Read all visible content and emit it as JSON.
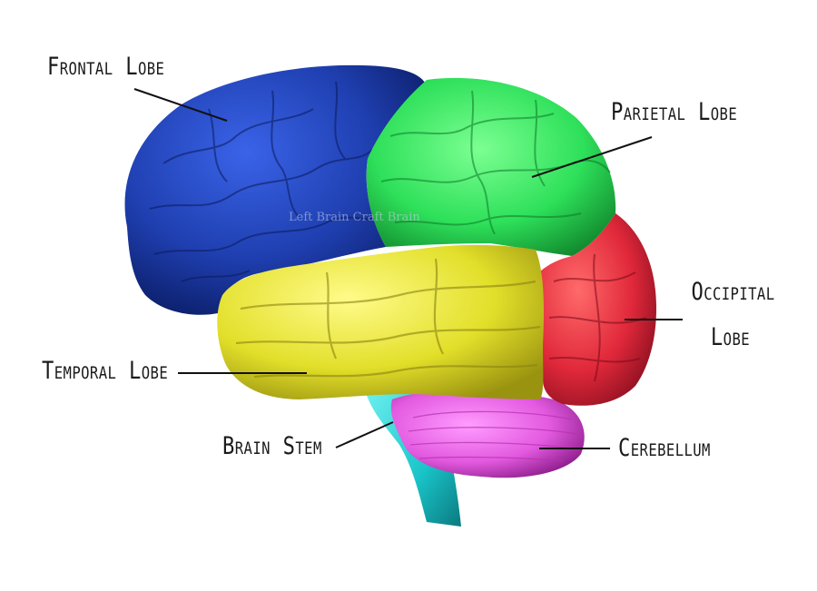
{
  "labels": {
    "frontal": "Frontal Lobe",
    "parietal": "Parietal Lobe",
    "occipital_line1": "Occipital",
    "occipital_line2": "Lobe",
    "temporal": "Temporal Lobe",
    "brain_stem": "Brain Stem",
    "cerebellum": "Cerebellum"
  },
  "watermark": "Left Brain Craft Brain",
  "colors": {
    "frontal": "#1f3fb0",
    "parietal": "#2ee05a",
    "occipital": "#e0283a",
    "temporal": "#e2df2a",
    "cerebellum": "#e35ae0",
    "brain_stem": "#19c4c8",
    "leader_line": "#111111"
  }
}
